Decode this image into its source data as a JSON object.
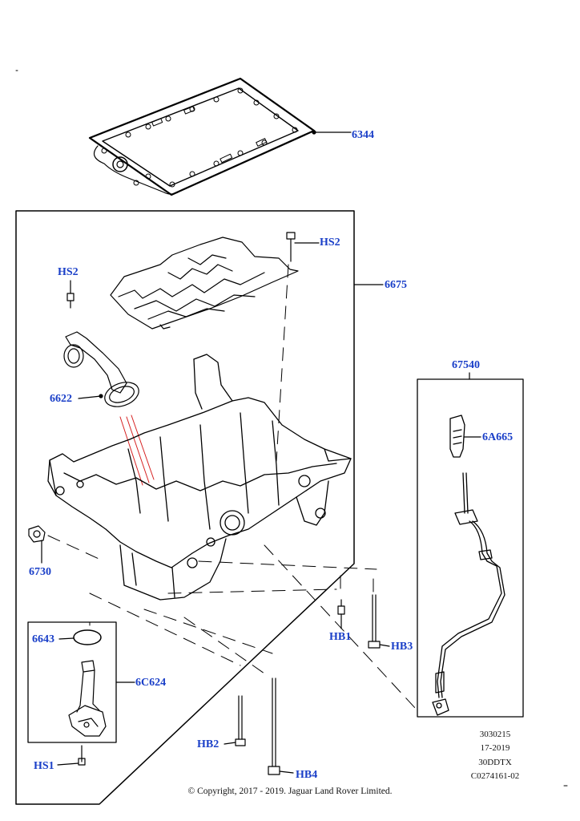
{
  "callouts": {
    "c6344": "6344",
    "hs2_top": "HS2",
    "c6675": "6675",
    "hs2_left": "HS2",
    "c6622": "6622",
    "c67540": "67540",
    "c6a665": "6A665",
    "c6730": "6730",
    "c6643": "6643",
    "c6c624": "6C624",
    "hb1": "HB1",
    "hb3": "HB3",
    "hb2": "HB2",
    "hb4": "HB4",
    "hs1": "HS1"
  },
  "drawing_info": {
    "number": "3030215",
    "year": "17-2019",
    "engine": "30DDTX",
    "code": "C0274161-02"
  },
  "copyright": "© Copyright, 2017 - 2019. Jaguar Land Rover Limited.",
  "colors": {
    "callout": "#1a3fc8",
    "line": "#000000"
  }
}
